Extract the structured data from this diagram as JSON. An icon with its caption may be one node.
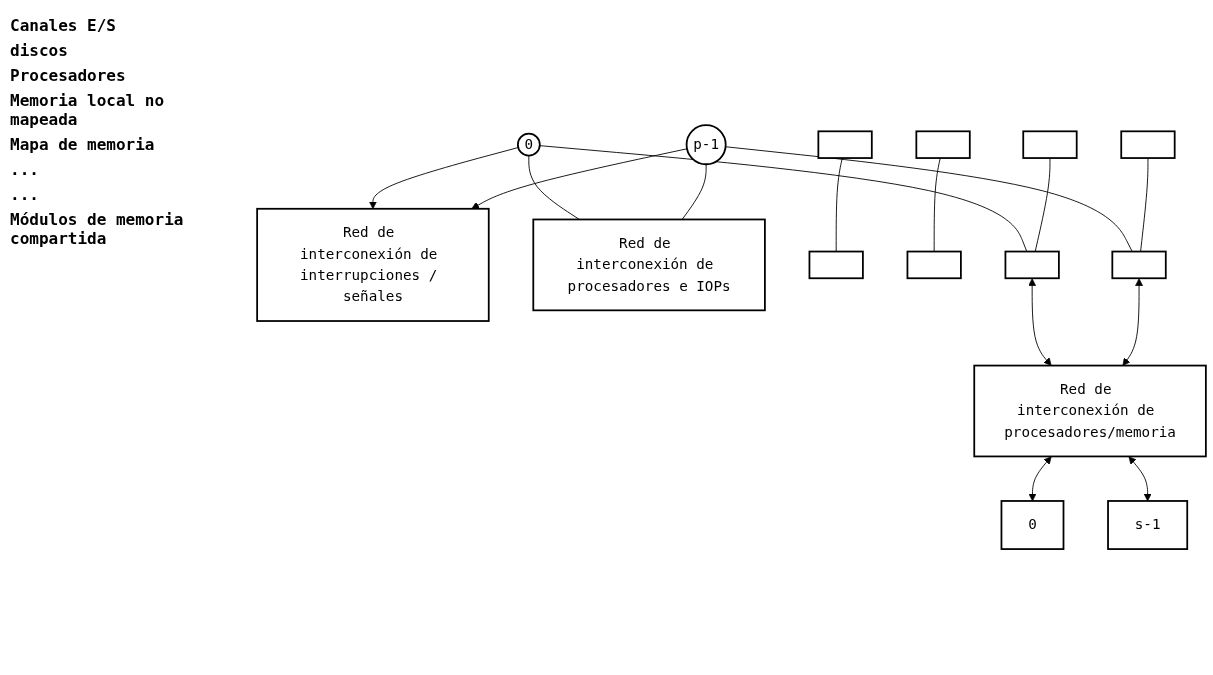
{
  "diagram": {
    "nodes": [
      {
        "text": [
          "Red de interconexión de interrupciones / señales"
        ]
      },
      {
        "text": [
          "0"
        ]
      },
      {
        "text": [
          "p-1"
        ]
      },
      {
        "text": [
          "Red de interconexión de procesadores e IOPs"
        ]
      },
      {
        "text": [],
        "shape": "box"
      },
      {
        "text": [],
        "shape": "box"
      },
      {
        "text": [],
        "shape": "box"
      },
      {
        "text": [],
        "shape": "box"
      },
      {
        "text": [],
        "shape": "box"
      },
      {
        "text": [],
        "shape": "box"
      },
      {
        "text": [],
        "shape": "box"
      },
      {
        "text": [],
        "shape": "box"
      },
      {
        "text": [
          "Red de interconexión de procesadores/memoria"
        ]
      },
      {
        "text": [
          "0"
        ]
      },
      {
        "text": [
          "s-1"
        ]
      }
    ],
    "edges": [
      {
        "from": 1,
        "to": 0,
        "arrow": "to"
      },
      {
        "from": 2,
        "to": 0,
        "arrow": "to"
      },
      {
        "from": 1,
        "to": 3,
        "arrow": "none"
      },
      {
        "from": 2,
        "to": 3,
        "arrow": "none"
      },
      {
        "from": 4,
        "to": 5,
        "arrow": "none"
      },
      {
        "from": 6,
        "to": 7,
        "arrow": "none"
      },
      {
        "from": 1,
        "to": 9,
        "arrow": "none"
      },
      {
        "from": 8,
        "to": 9,
        "arrow": "none"
      },
      {
        "from": 2,
        "to": 11,
        "arrow": "none"
      },
      {
        "from": 10,
        "to": 11,
        "arrow": "none"
      },
      {
        "from": 9,
        "to": 12,
        "arrow": "both"
      },
      {
        "from": 11,
        "to": 12,
        "arrow": "both"
      },
      {
        "from": 12,
        "to": 13,
        "arrow": "both"
      },
      {
        "from": 12,
        "to": 14,
        "arrow": "both"
      }
    ],
    "labels": [
      "Canales E/S",
      "discos",
      "Procesadores",
      "Memoria local no mapeada",
      "Mapa de memoria",
      "...",
      "...",
      "Módulos de memoria compartida"
    ]
  }
}
